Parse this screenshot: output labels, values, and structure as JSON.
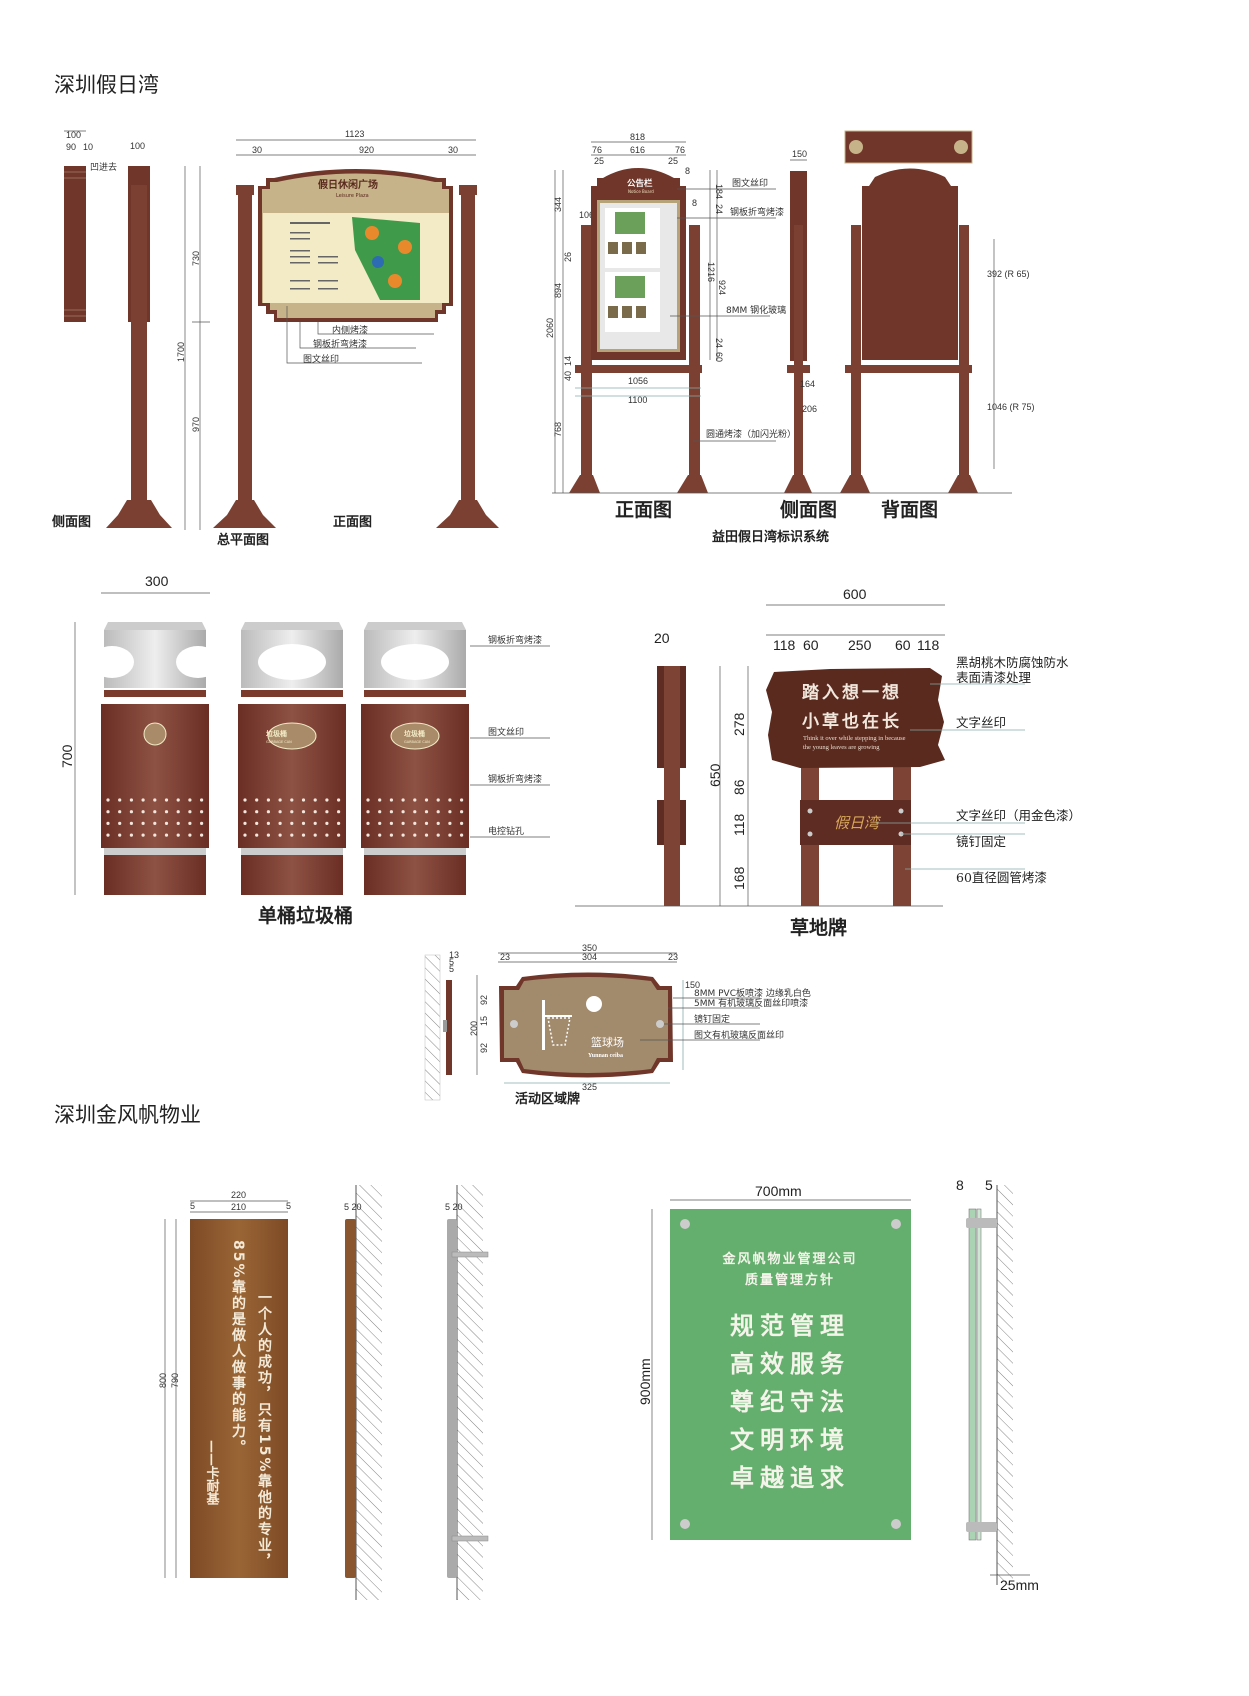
{
  "colors": {
    "brown": "#6f3629",
    "post": "#7b4032",
    "beige": "#c7b38a",
    "cream": "#f2ebc6",
    "green": "#64ae6e",
    "wood_plaque": "#8a5630"
  },
  "section1": {
    "title": "深圳假日湾",
    "leisure": {
      "dims": {
        "side_total": "100",
        "side_a": "90",
        "side_b": "10",
        "pole_width": "100",
        "total_width": "1123",
        "margin_l": "30",
        "inner": "920",
        "margin_r": "30",
        "h_top": "730",
        "h_total": "1700",
        "h_bottom": "970"
      },
      "side_note": "凹进去",
      "board_title": "假日休闲广场",
      "board_subtitle": "Leisure Plaza",
      "callouts": [
        "内侧烤漆",
        "钢板折弯烤漆",
        "图文丝印"
      ],
      "views": {
        "side": "侧面图",
        "plan": "总平面图",
        "front": "正面图"
      }
    },
    "notice": {
      "dims": {
        "total_width": "818",
        "w76a": "76",
        "inner": "616",
        "w76b": "76",
        "w25a": "25",
        "w25b": "25",
        "d8a": "8",
        "d8b": "8",
        "h344": "344",
        "h894": "894",
        "h2060": "2060",
        "h768": "768",
        "h26": "26",
        "h14": "14",
        "h40": "40",
        "w106": "106",
        "h184": "184",
        "h24a": "24",
        "h1216": "1216",
        "h924": "924",
        "h24b": "24",
        "h60": "60",
        "w1056": "1056",
        "w1100": "1100",
        "side_w": "150",
        "side_164": "164",
        "side_206": "206",
        "back_upper": "392 (R 65)",
        "back_lower": "1046 (R 75)"
      },
      "board_title": "公告栏",
      "board_subtitle": "Notice Board",
      "callouts": [
        "图文丝印",
        "钢板折弯烤漆",
        "8MM 钢化玻璃",
        "圆通烤漆（加闪光粉）"
      ],
      "views": {
        "front": "正面图",
        "side": "侧面图",
        "back": "背面图"
      },
      "caption": "益田假日湾标识系统"
    },
    "trash": {
      "dims": {
        "width": "300",
        "height": "700"
      },
      "label_cn": "垃圾桶",
      "label_en": "GARBAGE CAN",
      "callouts": [
        "钢板折弯烤漆",
        "图文丝印",
        "钢板折弯烤漆",
        "电控钻孔"
      ],
      "caption": "单桶垃圾桶"
    },
    "lawn": {
      "dims": {
        "thick": "20",
        "total_w": "600",
        "w1": "118",
        "w2": "60",
        "w3": "250",
        "w4": "60",
        "w5": "118",
        "total_h": "650",
        "h1": "278",
        "h2": "86",
        "h3": "118",
        "h4": "168"
      },
      "line1": "踏入想一想",
      "line2": "小草也在长",
      "english1": "Think it over while stepping in because",
      "english2": "the young leaves are growing",
      "logo": "假日湾",
      "callouts": [
        "黑胡桃木防腐蚀防水",
        "表面清漆处理",
        "文字丝印",
        "文字丝印（用金色漆）",
        "镜钉固定",
        "60直径圆管烤漆"
      ],
      "caption": "草地牌"
    },
    "activity": {
      "dims": {
        "total": "350",
        "m1": "23",
        "inner": "304",
        "m2": "23",
        "h": "200",
        "h1": "92",
        "h2": "15",
        "h3": "92",
        "bottom": "325",
        "right": "150",
        "s1": "13",
        "s2": "5",
        "s3": "5"
      },
      "name_cn": "篮球场",
      "name_en": "Yunnan ceiba",
      "callouts": [
        "8MM PVC板喷漆 边缘乳白色",
        "5MM 有机玻璃反面丝印喷漆",
        "镜钉固定",
        "图文有机玻璃反面丝印"
      ],
      "caption": "活动区域牌"
    }
  },
  "section2": {
    "title": "深圳金风帆物业",
    "plaque": {
      "dims": {
        "w220": "220",
        "w210": "210",
        "m5a": "5",
        "m5b": "5",
        "h800": "800",
        "h790": "790",
        "side1": "5 20",
        "side2": "5 20"
      },
      "col_right": "一个人的成功，只有15%靠他的专业，",
      "col_left": "85%靠的是做人做事的能力。",
      "author": "——卡耐基"
    },
    "policy": {
      "dims": {
        "width": "700mm",
        "height": "900mm",
        "glass": "8",
        "gap": "5",
        "standoff": "25mm"
      },
      "company": "金风帆物业管理公司",
      "subtitle": "质量管理方针",
      "lines": [
        "规范管理",
        "高效服务",
        "尊纪守法",
        "文明环境",
        "卓越追求"
      ]
    }
  }
}
